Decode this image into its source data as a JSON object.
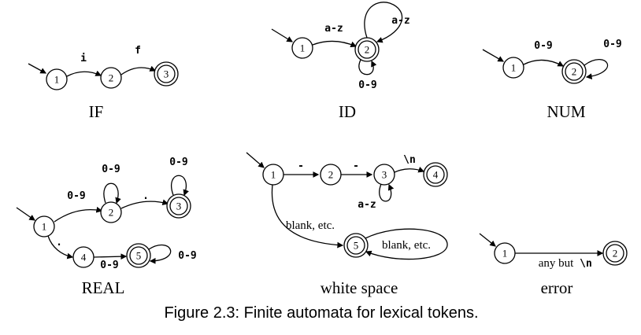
{
  "caption": "Figure 2.3: Finite automata for lexical tokens.",
  "colors": {
    "ink": "#000000",
    "background": "#ffffff"
  },
  "automata": {
    "if": {
      "name": "IF",
      "s1": "1",
      "s2": "2",
      "s3": "3",
      "t12": "i",
      "t23": "f"
    },
    "id": {
      "name": "ID",
      "s1": "1",
      "s2": "2",
      "t12": "a-z",
      "loop_top": "a-z",
      "loop_bottom": "0-9"
    },
    "num": {
      "name": "NUM",
      "s1": "1",
      "s2": "2",
      "t12": "0-9",
      "loop": "0-9"
    },
    "real": {
      "name": "REAL",
      "s1": "1",
      "s2": "2",
      "s3": "3",
      "s4": "4",
      "s5": "5",
      "t12": "0-9",
      "loop2": "0-9",
      "t23": ".",
      "loop3": "0-9",
      "t14": ".",
      "t45": "0-9",
      "loop5": "0-9"
    },
    "whitespace": {
      "name": "white space",
      "s1": "1",
      "s2": "2",
      "s3": "3",
      "s4": "4",
      "s5": "5",
      "t12": "-",
      "t23": "-",
      "t34": "\\n",
      "loop3": "a-z",
      "t15": "blank, etc.",
      "loop5": "blank, etc."
    },
    "error": {
      "name": "error",
      "s1": "1",
      "s2": "2",
      "t12_text": "any but",
      "t12_code": "\\n"
    }
  }
}
